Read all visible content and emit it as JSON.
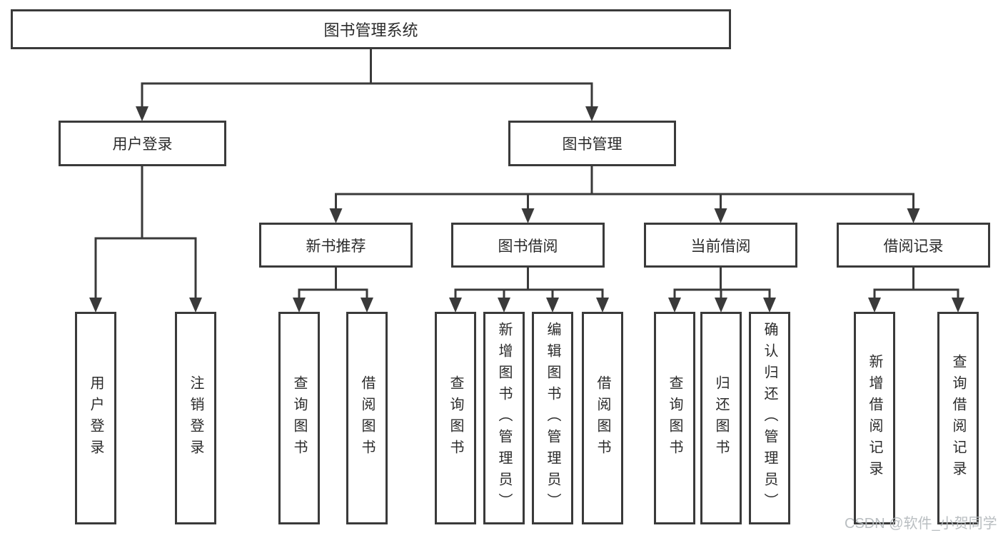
{
  "diagram": {
    "root": "图书管理系统",
    "branches": [
      {
        "label": "用户登录",
        "children": [
          "用户登录",
          "注销登录"
        ]
      },
      {
        "label": "图书管理",
        "children": [
          {
            "label": "新书推荐",
            "children": [
              "查询图书",
              "借阅图书"
            ]
          },
          {
            "label": "图书借阅",
            "children": [
              "查询图书",
              "新增图书（管理员）",
              "编辑图书（管理员）",
              "借阅图书"
            ]
          },
          {
            "label": "当前借阅",
            "children": [
              "查询图书",
              "归还图书",
              "确认归还（管理员）"
            ]
          },
          {
            "label": "借阅记录",
            "children": [
              "新增借阅记录",
              "查询借阅记录"
            ]
          }
        ]
      }
    ]
  },
  "watermark": {
    "text": "CSDN @软件_小贺同学",
    "color": "#b4b9bc"
  },
  "colors": {
    "line": "#3a3a3a",
    "box_border": "#3a3a3a",
    "box_fill": "#ffffff",
    "text": "#2b2b2b",
    "background": "#ffffff"
  }
}
